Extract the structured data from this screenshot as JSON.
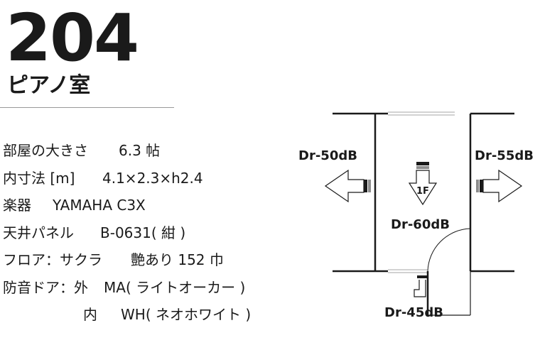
{
  "room": {
    "number": "204",
    "name": "ピアノ室"
  },
  "specs": [
    {
      "label": "部屋の大きさ",
      "value": "6.3 帖"
    },
    {
      "label": "内寸法 [m]",
      "value": "4.1×2.3×h2.4"
    },
    {
      "label": "楽器",
      "value": "YAMAHA C3X"
    },
    {
      "label": "天井パネル",
      "value": "B-0631( 紺 )"
    },
    {
      "label": "フロア：サクラ",
      "value": "艶あり 152 巾"
    },
    {
      "label": "防音ドア：外",
      "value": "MA( ライトオーカー )"
    },
    {
      "label": "",
      "sub_label": "内",
      "value": "WH( ネオホワイト )"
    }
  ],
  "floorplan": {
    "left_wall_rating": "Dr-50dB",
    "right_wall_rating": "Dr-55dB",
    "floor_rating": "Dr-60dB",
    "floor_marker": "1F",
    "door_rating": "Dr-45dB",
    "stroke_color": "#1a1a1a"
  }
}
